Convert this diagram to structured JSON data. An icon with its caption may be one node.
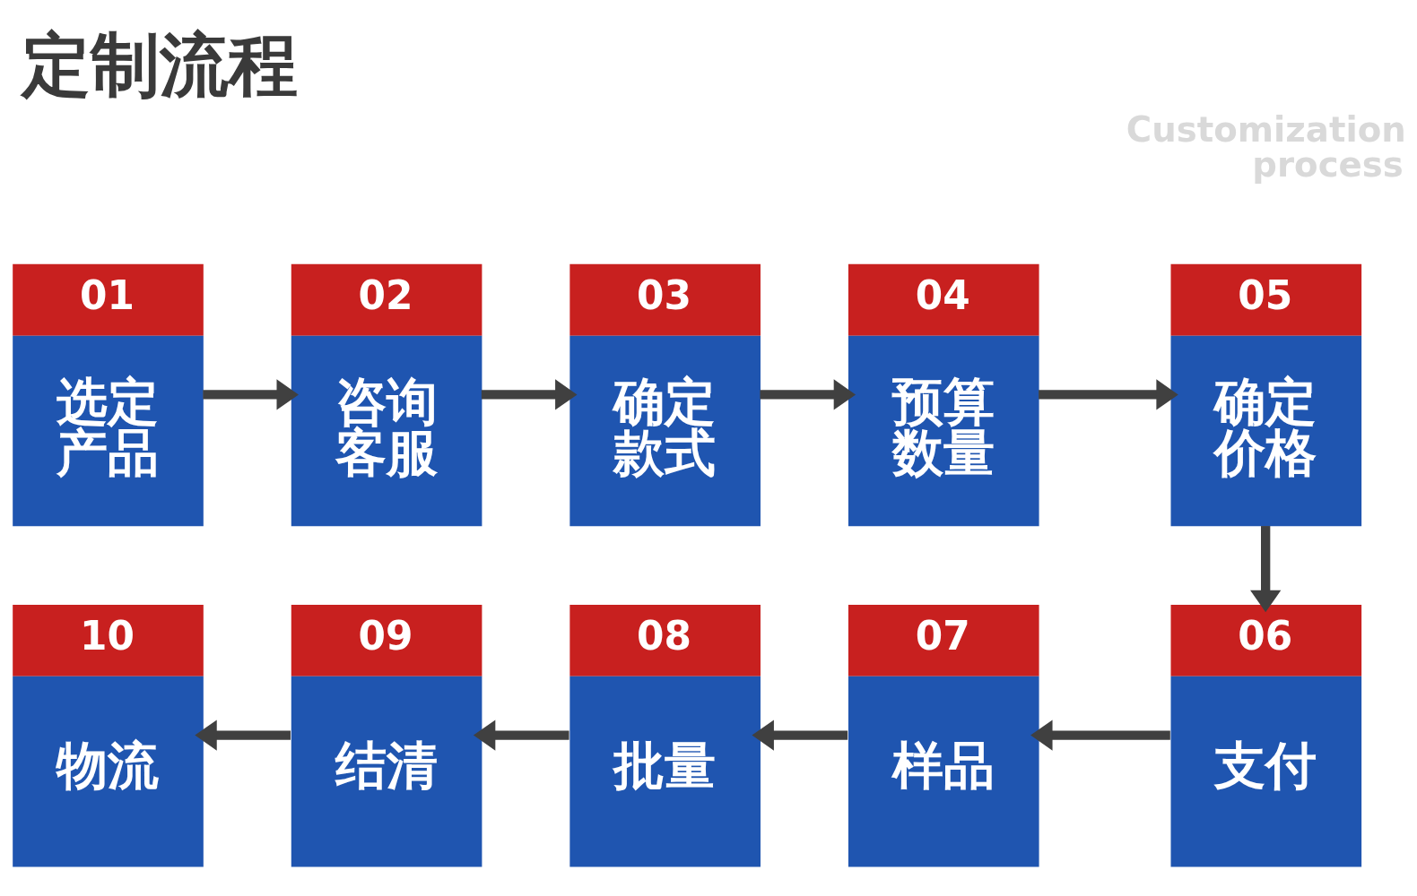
{
  "diagram": {
    "title": "定制流程",
    "nodes": [
      {
        "text": [
          "01",
          "选定产品"
        ]
      },
      {
        "text": [
          "02",
          "咨询客服"
        ]
      },
      {
        "text": [
          "03",
          "确定款式"
        ]
      },
      {
        "text": [
          "04",
          "预算数量"
        ]
      },
      {
        "text": [
          "05",
          "确定价格"
        ]
      },
      {
        "text": [
          "06",
          "支付"
        ]
      },
      {
        "text": [
          "07",
          "样品"
        ]
      },
      {
        "text": [
          "08",
          "批量"
        ]
      },
      {
        "text": [
          "09",
          "结清"
        ]
      },
      {
        "text": [
          "10",
          "物流"
        ]
      }
    ],
    "edges": [
      {
        "from": 0,
        "to": 1,
        "arrow": "to"
      },
      {
        "from": 1,
        "to": 2,
        "arrow": "to"
      },
      {
        "from": 2,
        "to": 3,
        "arrow": "to"
      },
      {
        "from": 3,
        "to": 4,
        "arrow": "to"
      },
      {
        "from": 4,
        "to": 5,
        "arrow": "to"
      },
      {
        "from": 5,
        "to": 6,
        "arrow": "to"
      },
      {
        "from": 6,
        "to": 7,
        "arrow": "to"
      },
      {
        "from": 7,
        "to": 8,
        "arrow": "to"
      },
      {
        "from": 8,
        "to": 9,
        "arrow": "to"
      }
    ],
    "labels": [
      "Customization process"
    ]
  }
}
